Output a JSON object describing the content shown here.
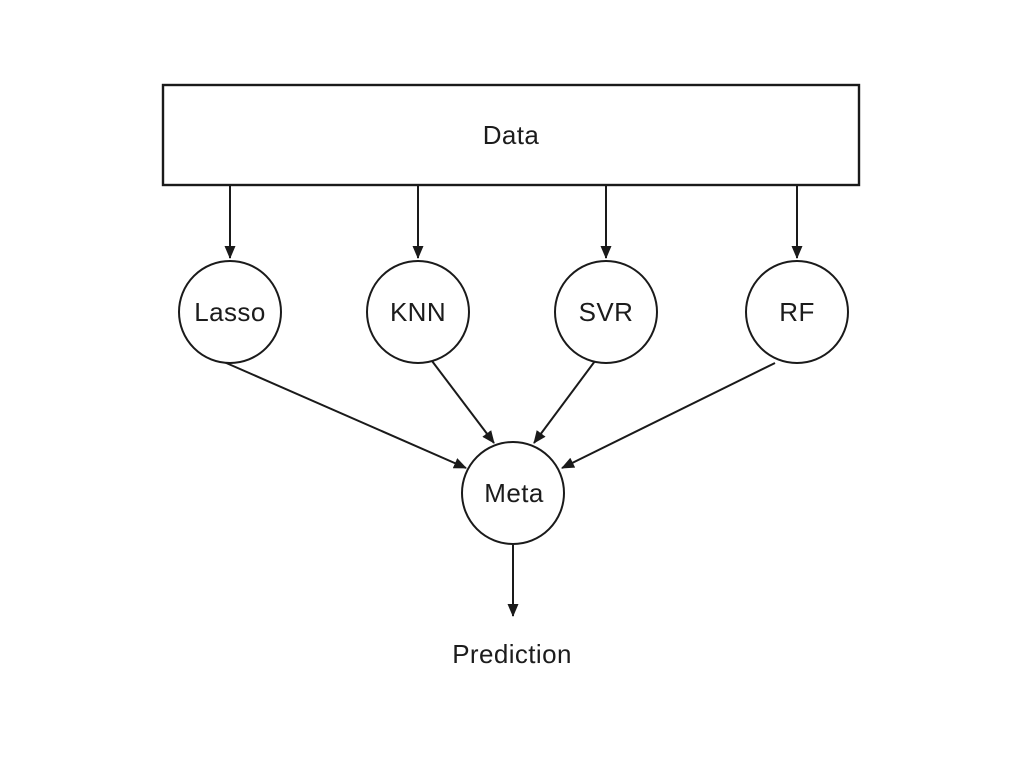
{
  "diagram": {
    "description": "Stacking ensemble model diagram",
    "colors": {
      "background": "#ffffff",
      "stroke": "#1a1a1a",
      "text": "#1c1c1c"
    },
    "nodes": {
      "data": {
        "label": "Data",
        "shape": "rectangle"
      },
      "lasso": {
        "label": "Lasso",
        "shape": "circle"
      },
      "knn": {
        "label": "KNN",
        "shape": "circle"
      },
      "svr": {
        "label": "SVR",
        "shape": "circle"
      },
      "rf": {
        "label": "RF",
        "shape": "circle"
      },
      "meta": {
        "label": "Meta",
        "shape": "circle"
      },
      "prediction": {
        "label": "Prediction",
        "shape": "text"
      }
    },
    "edges": [
      {
        "from": "data",
        "to": "lasso"
      },
      {
        "from": "data",
        "to": "knn"
      },
      {
        "from": "data",
        "to": "svr"
      },
      {
        "from": "data",
        "to": "rf"
      },
      {
        "from": "lasso",
        "to": "meta"
      },
      {
        "from": "knn",
        "to": "meta"
      },
      {
        "from": "svr",
        "to": "meta"
      },
      {
        "from": "rf",
        "to": "meta"
      },
      {
        "from": "meta",
        "to": "prediction"
      }
    ]
  }
}
